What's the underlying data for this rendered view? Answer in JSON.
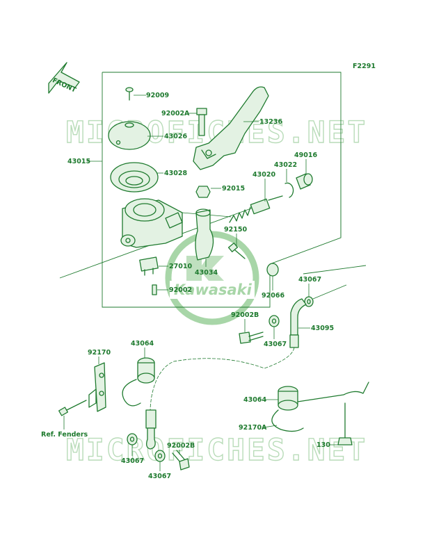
{
  "diagram_code": "F2291",
  "front_label": "FRONT",
  "watermark_text": "MICROFICHES.NET",
  "logo_text": "Kawasaki",
  "colors": {
    "line": "#1e7a2e",
    "fill": "#e3f2e3",
    "watermark": "#b9dcb9"
  },
  "labels": {
    "p92009": "92009",
    "p92002A": "92002A",
    "p13236": "13236",
    "p43026": "43026",
    "p43015": "43015",
    "p43028": "43028",
    "p43022": "43022",
    "p49016": "49016",
    "p43020": "43020",
    "p92015": "92015",
    "p92150": "92150",
    "p27010": "27010",
    "p43034": "43034",
    "p92002": "92002",
    "p92066": "92066",
    "p43067a": "43067",
    "p92002B_a": "92002B",
    "p43095": "43095",
    "p43067b": "43067",
    "p92170": "92170",
    "p43064a": "43064",
    "ref_fenders": "Ref. Fenders",
    "p43064b": "43064",
    "p92170A": "92170A",
    "p130": "130",
    "p43067c": "43067",
    "p92002B_b": "92002B",
    "p43067d": "43067"
  }
}
